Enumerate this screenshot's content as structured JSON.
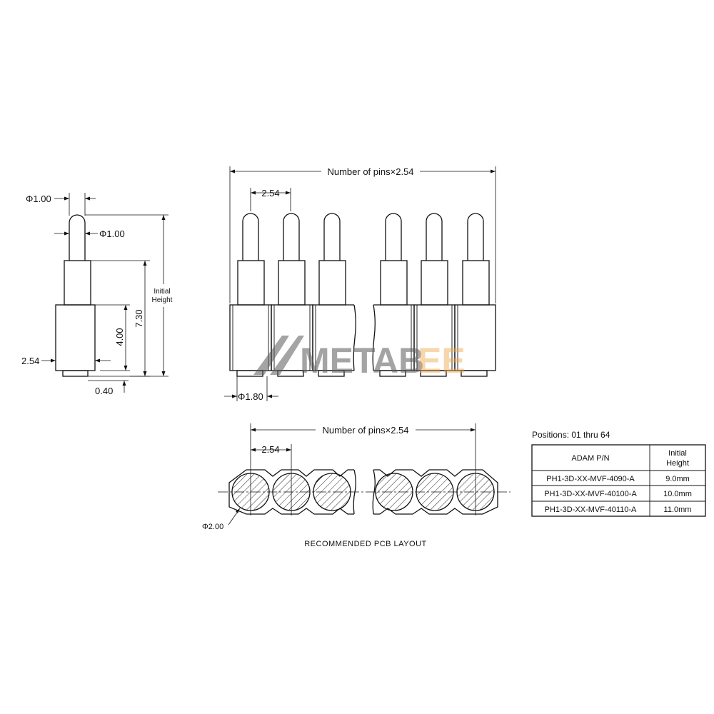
{
  "side_view": {
    "dim_tip_dia": "Φ1.00",
    "dim_plunger_dia": "Φ1.00",
    "dim_pitch": "2.54",
    "dim_total": "7.30",
    "dim_body": "4.00",
    "dim_tail": "0.40",
    "initial_height_line1": "Initial",
    "initial_height_line2": "Height"
  },
  "front_view": {
    "dim_overall": "Number of pins×2.54",
    "dim_pitch": "2.54",
    "dim_tail_dia": "Φ1.80"
  },
  "pcb_layout": {
    "dim_overall": "Number of pins×2.54",
    "dim_pitch": "2.54",
    "dim_pad_dia": "Φ2.00",
    "caption": "RECOMMENDED PCB LAYOUT"
  },
  "watermark": {
    "text_a": "METAB",
    "text_b": "EE",
    "color_dark": "#5a5a5a",
    "color_orange": "#f0a64a"
  },
  "part_table": {
    "positions_label": "Positions: 01 thru 64",
    "header_pn": "ADAM P/N",
    "header_height_line1": "Initial",
    "header_height_line2": "Height",
    "rows": [
      {
        "pn": "PH1-3D-XX-MVF-4090-A",
        "height": "9.0mm"
      },
      {
        "pn": "PH1-3D-XX-MVF-40100-A",
        "height": "10.0mm"
      },
      {
        "pn": "PH1-3D-XX-MVF-40110-A",
        "height": "11.0mm"
      }
    ]
  }
}
